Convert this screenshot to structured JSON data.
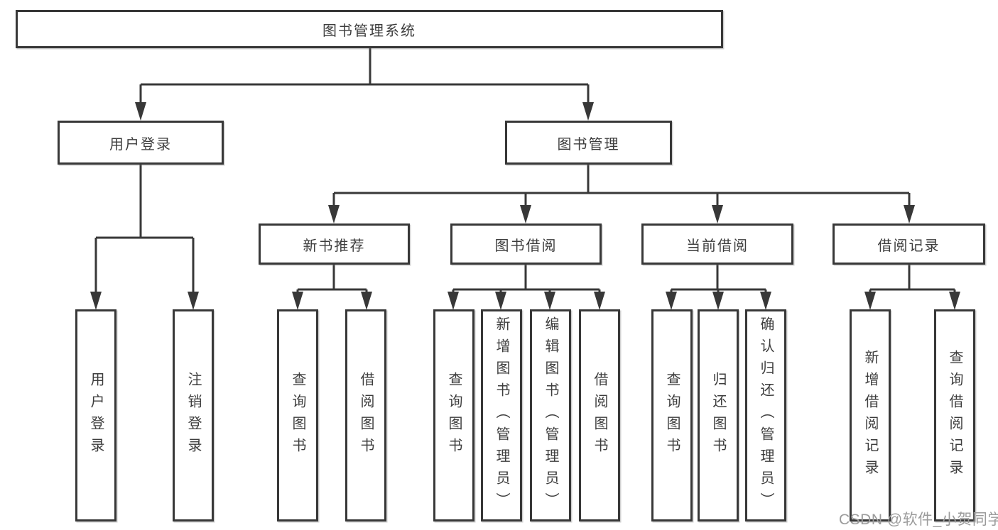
{
  "diagram": {
    "root": "图书管理系统",
    "user_login": {
      "label": "用户登录",
      "children": [
        "用户登录",
        "注销登录"
      ]
    },
    "book_mgmt": {
      "label": "图书管理",
      "groups": [
        {
          "label": "新书推荐",
          "children": [
            "查询图书",
            "借阅图书"
          ]
        },
        {
          "label": "图书借阅",
          "children": [
            "查询图书",
            "新增图书（管理员）",
            "编辑图书（管理员）",
            "借阅图书"
          ]
        },
        {
          "label": "当前借阅",
          "children": [
            "查询图书",
            "归还图书",
            "确认归还（管理员）"
          ]
        },
        {
          "label": "借阅记录",
          "children": [
            "新增借阅记录",
            "查询借阅记录"
          ]
        }
      ]
    }
  },
  "watermark": "CSDN @软件_小贺同学",
  "colors": {
    "line": "#383838",
    "text": "#3d3d3d",
    "watermark": "#9b9b9b",
    "background": "#ffffff"
  }
}
